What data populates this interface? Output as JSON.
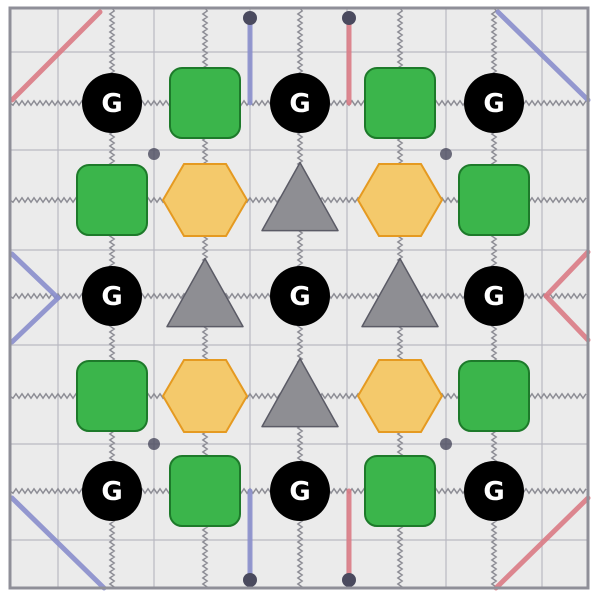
{
  "board": {
    "background": "#ebebeb",
    "frame_color": "#8f8f98",
    "grid_line_color": "#b9b9c1",
    "wire_color": "#8c8c94",
    "link_blue": "#8a8fcc",
    "link_red": "#db7c86",
    "port_color": "#4a4a5e"
  },
  "cells": {
    "g_label": "G",
    "g_fill": "#000000",
    "square_fill": "#3bb54b",
    "square_stroke": "#1d7a2a",
    "hexagon_fill": "#f4c96b",
    "hexagon_stroke": "#e59a21",
    "triangle_fill": "#8e8e93",
    "triangle_stroke": "#5b5b66"
  },
  "layout_grid": {
    "rows": [
      [
        "G",
        "square",
        "G",
        "square",
        "G"
      ],
      [
        "square",
        "hexagon",
        "triangle",
        "hexagon",
        "square"
      ],
      [
        "G",
        "triangle",
        "G",
        "triangle",
        "G"
      ],
      [
        "square",
        "hexagon",
        "triangle",
        "hexagon",
        "square"
      ],
      [
        "G",
        "square",
        "G",
        "square",
        "G"
      ]
    ]
  }
}
